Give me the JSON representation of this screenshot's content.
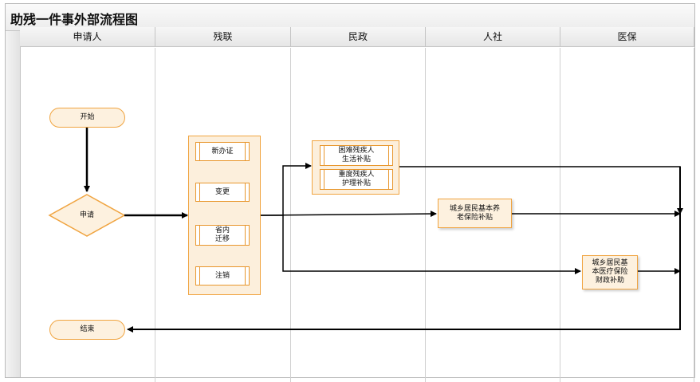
{
  "title": "助残一件事外部流程图",
  "lanes": [
    "申请人",
    "残联",
    "民政",
    "人社",
    "医保"
  ],
  "nodes": {
    "start": "开始",
    "apply": "申请",
    "end": "结束",
    "disability": [
      "新办证",
      "变更",
      "省内\n迁移",
      "注销"
    ],
    "civil_affairs": [
      "困难残疾人\n生活补贴",
      "重度残疾人\n护理补贴"
    ],
    "hrss": "城乡居民基本养\n老保险补贴",
    "medical": "城乡居民基\n本医疗保险\n财政补助"
  },
  "colors": {
    "node_border": "#f0a440",
    "node_fill": "#fdf1df",
    "edge": "#000000"
  }
}
